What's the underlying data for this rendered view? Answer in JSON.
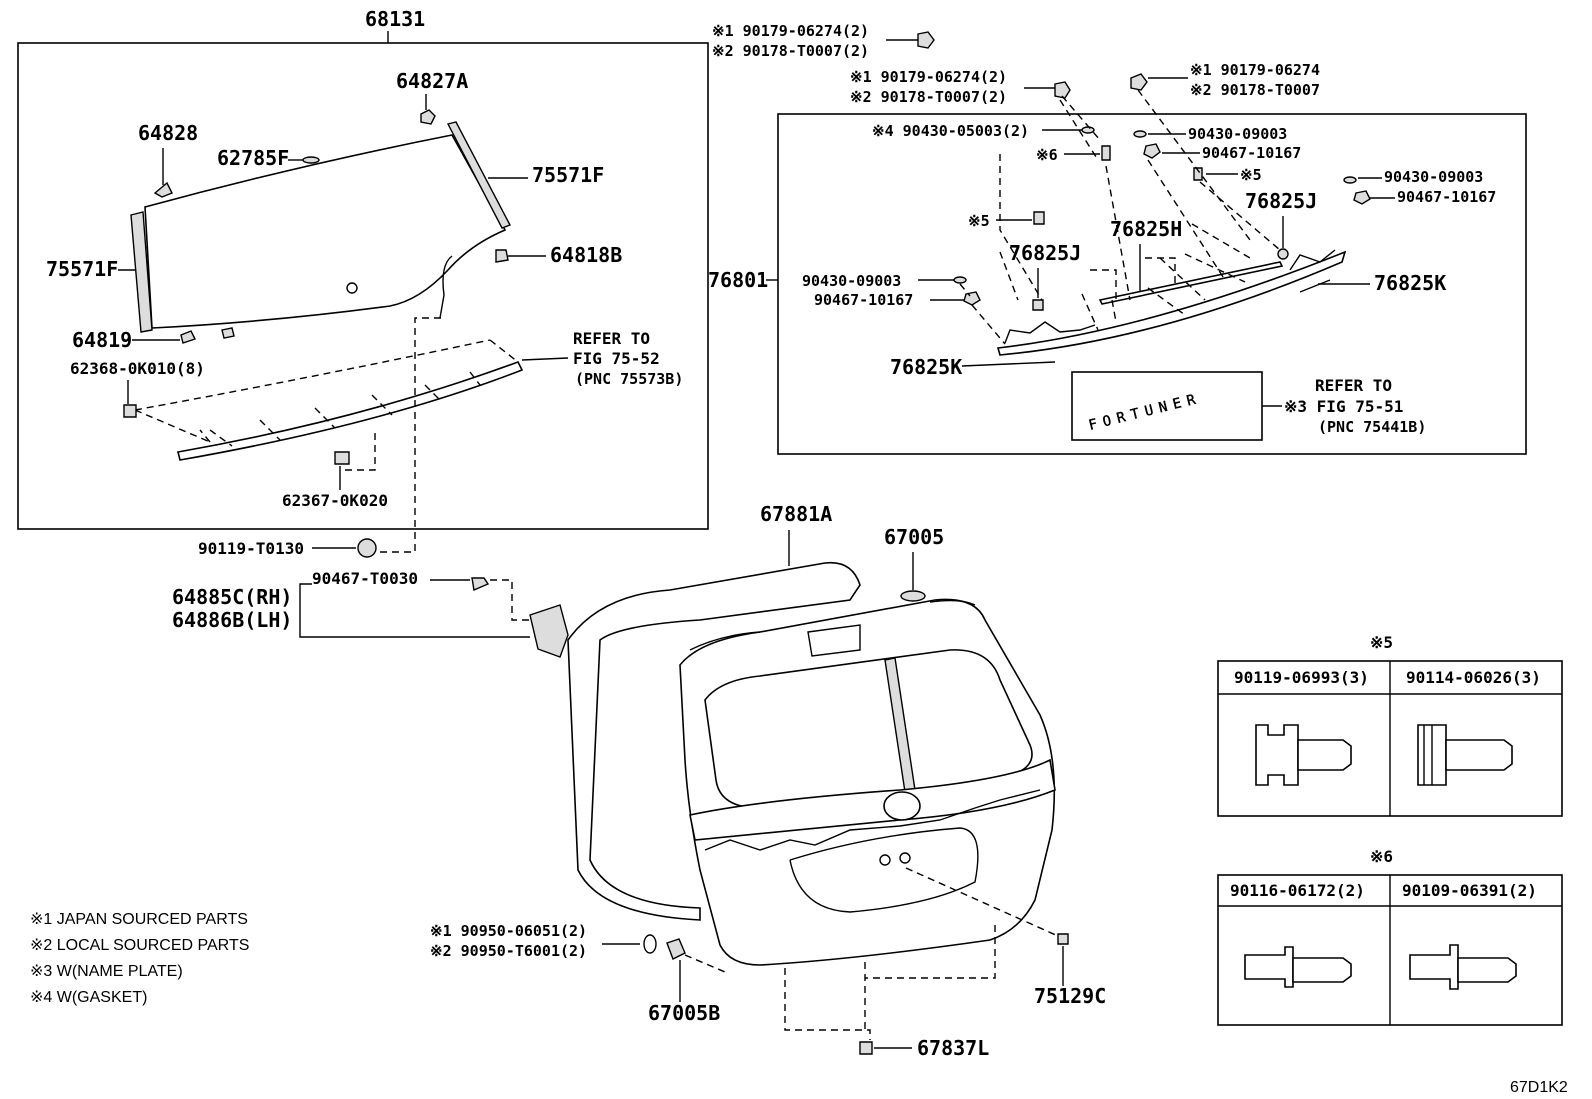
{
  "labels": {
    "l68131": "68131",
    "l64827A": "64827A",
    "l64828": "64828",
    "l62785F": "62785F",
    "l75571F_r": "75571F",
    "l75571F_l": "75571F",
    "l64818B": "64818B",
    "l64819": "64819",
    "l62368": "62368-0K010(8)",
    "l62367": "62367-0K020",
    "refer1_a": "REFER TO",
    "refer1_b": "FIG 75-52",
    "refer1_c": "(PNC 75573B)",
    "l90119_t0130": "90119-T0130",
    "l90467_t0030": "90467-T0030",
    "l64885C": "64885C(RH)",
    "l64886B": "64886B(LH)",
    "n1a": "※1 90179-06274(2)",
    "n2a": "※2 90178-T0007(2)",
    "n1b": "※1 90179-06274(2)",
    "n2b": "※2 90178-T0007(2)",
    "n1c": "※1 90179-06274",
    "n2c": "※2 90178-T0007",
    "n4": "※4 90430-05003(2)",
    "r90430a": "90430-09003",
    "r90467a": "90467-10167",
    "s6": "※6",
    "s5a": "※5",
    "s5b": "※5",
    "r90430b": "90430-09003",
    "r90467b": "90467-10167",
    "l76825J_r": "76825J",
    "l76825J_l": "76825J",
    "l76825H": "76825H",
    "l76801": "76801",
    "l90430c": "90430-09003",
    "l90467c": "90467-10167",
    "l76825K_r": "76825K",
    "l76825K_l": "76825K",
    "emblem": "FORTUNER",
    "refer2_a": "REFER TO",
    "refer2_b": "※3 FIG 75-51",
    "refer2_c": "(PNC 75441B)",
    "l67881A": "67881A",
    "l67005": "67005",
    "n1d": "※1 90950-06051(2)",
    "n2d": "※2 90950-T6001(2)",
    "l67005B": "67005B",
    "l75129C": "75129C",
    "l67837L": "67837L",
    "code": "67D1K2"
  },
  "legend": [
    "※1  JAPAN SOURCED PARTS",
    "※2  LOCAL SOURCED PARTS",
    "※3  W(NAME PLATE)",
    "※4  W(GASKET)"
  ],
  "table5": {
    "title": "※5",
    "col1": "90119-06993(3)",
    "col2": "90114-06026(3)"
  },
  "table6": {
    "title": "※6",
    "col1": "90116-06172(2)",
    "col2": "90109-06391(2)"
  }
}
